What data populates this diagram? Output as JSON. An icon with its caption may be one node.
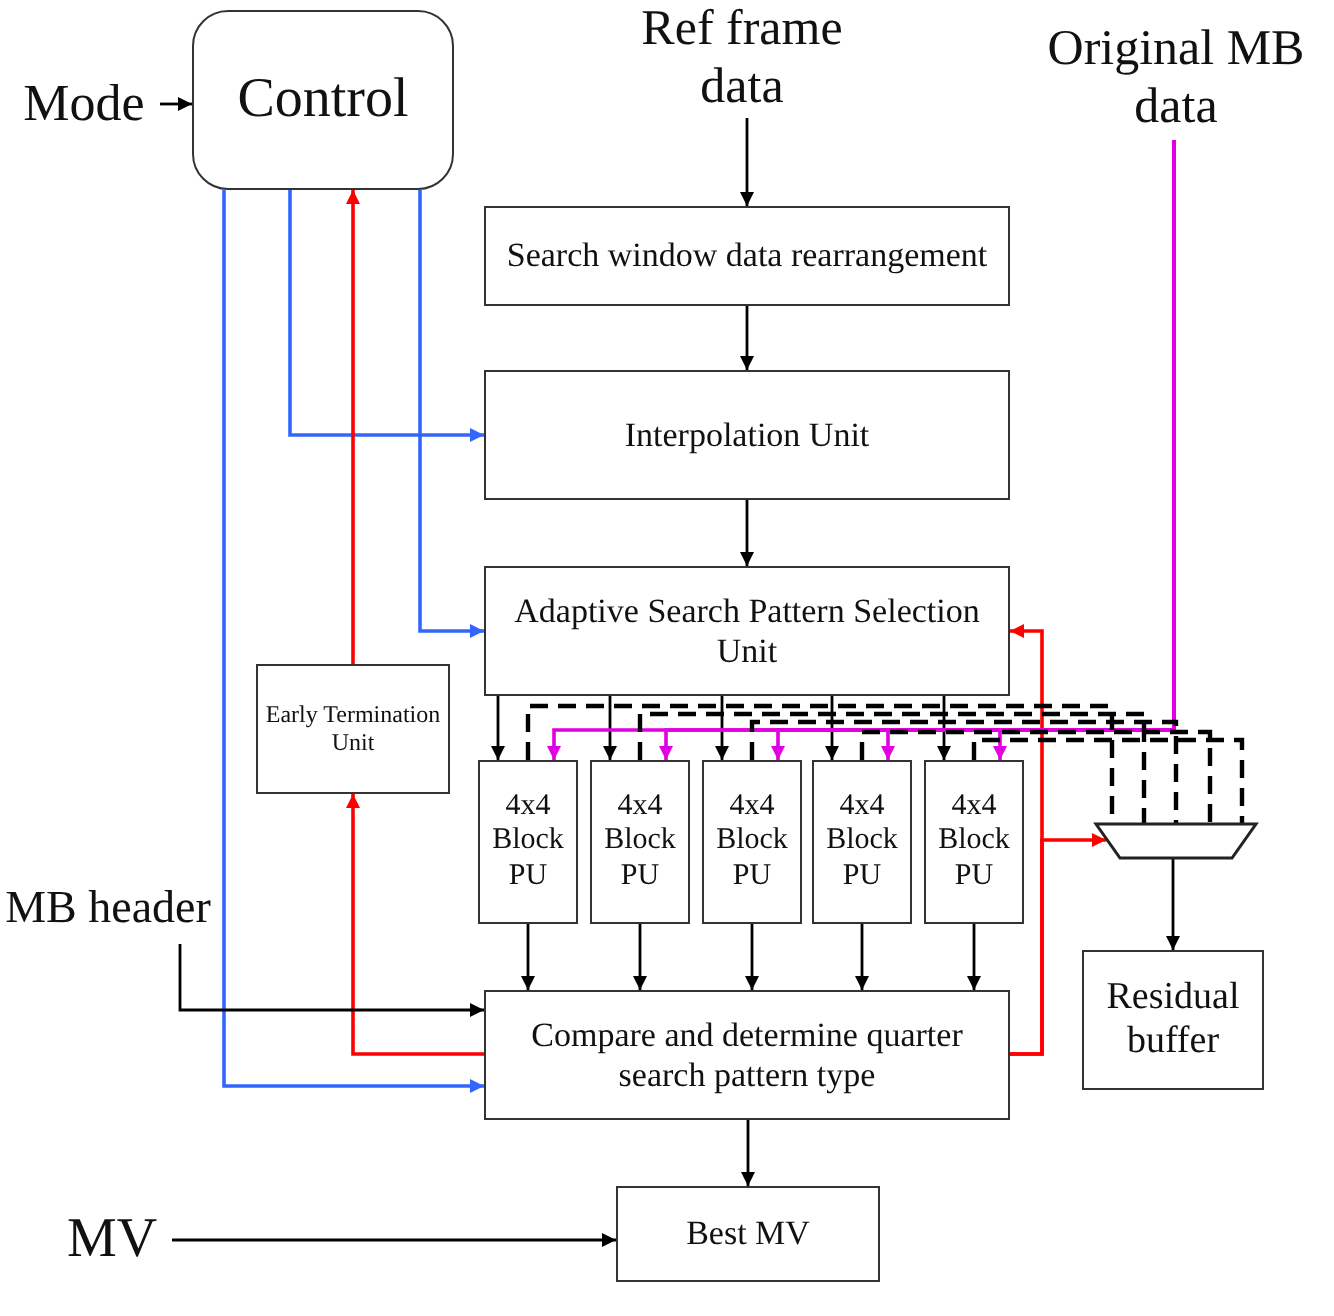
{
  "diagram": {
    "nodes": [
      {
        "text": [
          "Mode"
        ]
      },
      {
        "text": [
          "Control"
        ]
      },
      {
        "text": [
          "Ref frame data"
        ]
      },
      {
        "text": [
          "Original MB data"
        ]
      },
      {
        "text": [
          "Search window data rearrangement"
        ]
      },
      {
        "text": [
          "Interpolation Unit"
        ]
      },
      {
        "text": [
          "Adaptive Search Pattern Selection Unit"
        ]
      },
      {
        "text": [
          "Early Termination Unit"
        ]
      },
      {
        "text": [
          "4x4 Block PU"
        ]
      },
      {
        "text": [
          "4x4 Block PU"
        ]
      },
      {
        "text": [
          "4x4 Block PU"
        ]
      },
      {
        "text": [
          "4x4 Block PU"
        ]
      },
      {
        "text": [
          "4x4 Block PU"
        ]
      },
      {
        "text": [],
        "shape": "trapezoid"
      },
      {
        "text": [
          "Residual buffer"
        ]
      },
      {
        "text": [
          "MB header"
        ]
      },
      {
        "text": [
          "Compare and determine quarter search pattern type"
        ]
      },
      {
        "text": [
          "MV"
        ]
      },
      {
        "text": [
          "Best MV"
        ]
      }
    ],
    "edges": [
      {
        "from": 0,
        "to": 1,
        "arrow": "to"
      },
      {
        "from": 2,
        "to": 4,
        "arrow": "to"
      },
      {
        "from": 4,
        "to": 5,
        "arrow": "to"
      },
      {
        "from": 5,
        "to": 6,
        "arrow": "to"
      },
      {
        "from": 1,
        "to": 5,
        "arrow": "to",
        "color": "#3366ff"
      },
      {
        "from": 1,
        "to": 6,
        "arrow": "to",
        "color": "#3366ff"
      },
      {
        "from": 1,
        "to": 16,
        "arrow": "to",
        "color": "#3366ff"
      },
      {
        "from": 7,
        "to": 1,
        "arrow": "to",
        "color": "#ff0000"
      },
      {
        "from": 16,
        "to": 7,
        "arrow": "to",
        "color": "#ff0000"
      },
      {
        "from": 16,
        "to": 6,
        "arrow": "to",
        "color": "#ff0000"
      },
      {
        "from": 16,
        "to": 13,
        "arrow": "to",
        "color": "#ff0000"
      },
      {
        "from": 6,
        "to": 8,
        "arrow": "to"
      },
      {
        "from": 6,
        "to": 9,
        "arrow": "to"
      },
      {
        "from": 6,
        "to": 10,
        "arrow": "to"
      },
      {
        "from": 6,
        "to": 11,
        "arrow": "to"
      },
      {
        "from": 6,
        "to": 12,
        "arrow": "to"
      },
      {
        "from": 3,
        "to": 8,
        "arrow": "to",
        "color": "#e000e0"
      },
      {
        "from": 3,
        "to": 9,
        "arrow": "to",
        "color": "#e000e0"
      },
      {
        "from": 3,
        "to": 10,
        "arrow": "to",
        "color": "#e000e0"
      },
      {
        "from": 3,
        "to": 11,
        "arrow": "to",
        "color": "#e000e0"
      },
      {
        "from": 3,
        "to": 12,
        "arrow": "to",
        "color": "#e000e0"
      },
      {
        "from": 8,
        "to": 13,
        "arrow": "none",
        "style": "dashed"
      },
      {
        "from": 9,
        "to": 13,
        "arrow": "none",
        "style": "dashed"
      },
      {
        "from": 10,
        "to": 13,
        "arrow": "none",
        "style": "dashed"
      },
      {
        "from": 11,
        "to": 13,
        "arrow": "none",
        "style": "dashed"
      },
      {
        "from": 12,
        "to": 13,
        "arrow": "none",
        "style": "dashed"
      },
      {
        "from": 13,
        "to": 14,
        "arrow": "to"
      },
      {
        "from": 8,
        "to": 16,
        "arrow": "to"
      },
      {
        "from": 9,
        "to": 16,
        "arrow": "to"
      },
      {
        "from": 10,
        "to": 16,
        "arrow": "to"
      },
      {
        "from": 11,
        "to": 16,
        "arrow": "to"
      },
      {
        "from": 12,
        "to": 16,
        "arrow": "to"
      },
      {
        "from": 15,
        "to": 16,
        "arrow": "to"
      },
      {
        "from": 16,
        "to": 18,
        "arrow": "to"
      },
      {
        "from": 17,
        "to": 18,
        "arrow": "to"
      }
    ]
  }
}
